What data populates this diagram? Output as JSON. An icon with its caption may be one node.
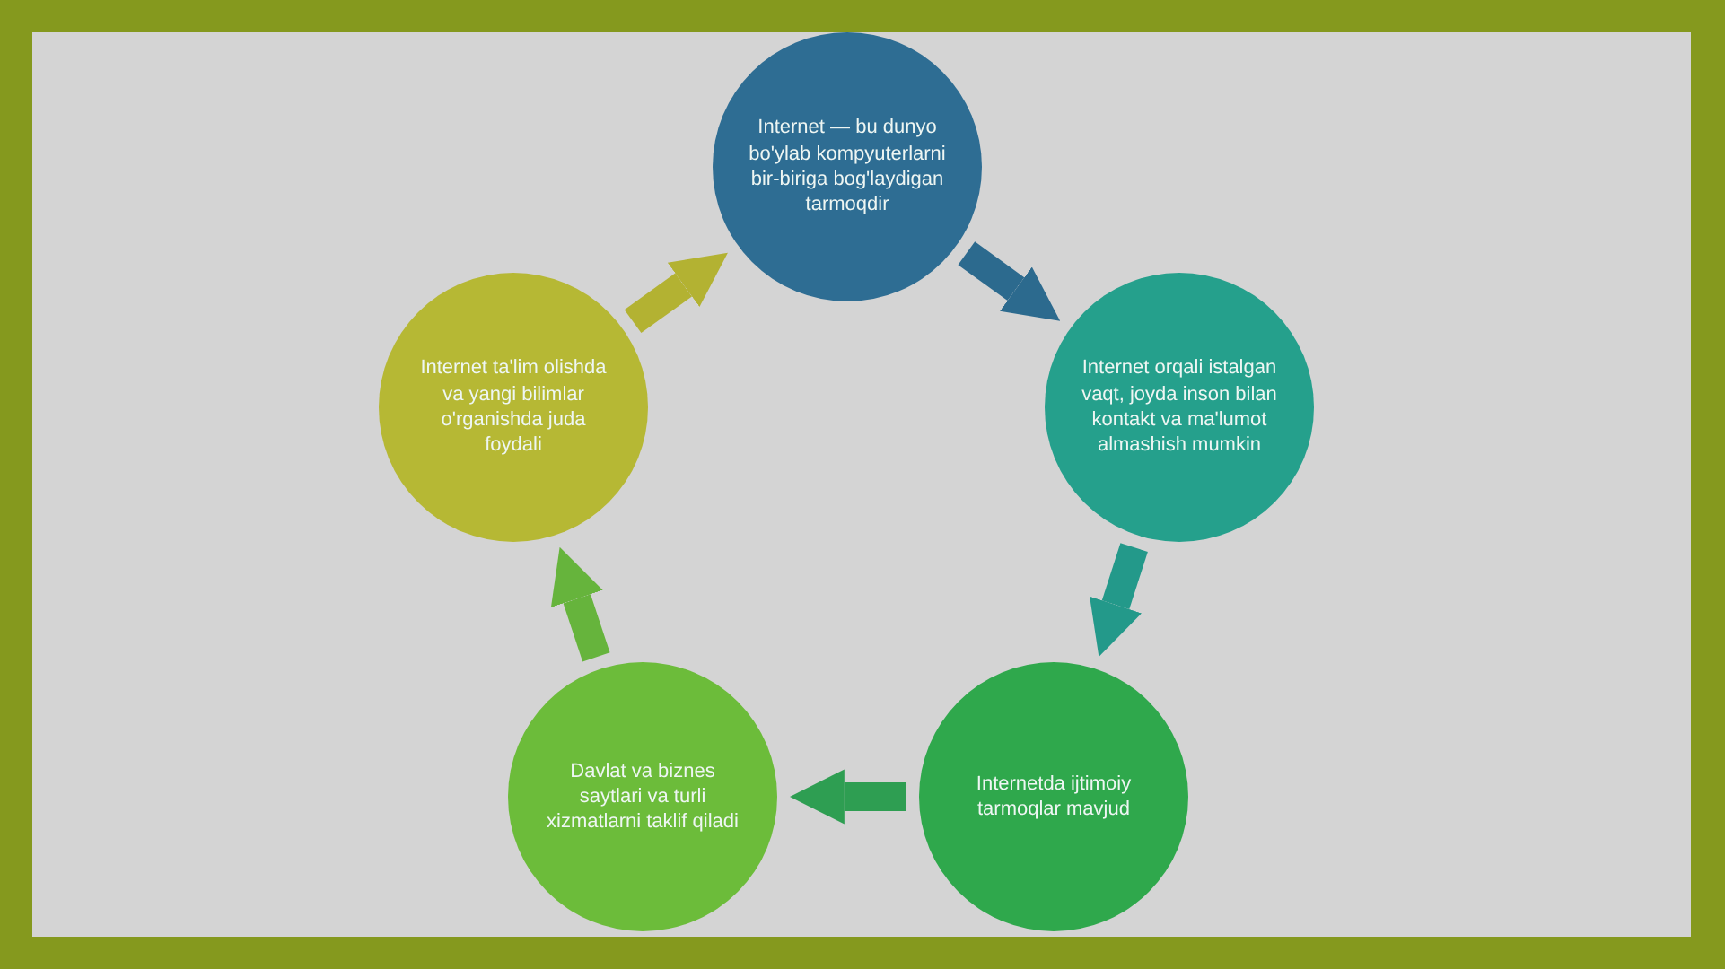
{
  "diagram": {
    "nodes": [
      {
        "text": [
          "Internet — bu dunyo bo'ylab kompyuterlarni bir-biriga bog'laydigan tarmoqdir"
        ]
      },
      {
        "text": [
          "Internet orqali istalgan vaqt, joyda inson bilan kontakt va ma'lumot almashish mumkin"
        ]
      },
      {
        "text": [
          "Internetda ijtimoiy tarmoqlar mavjud"
        ]
      },
      {
        "text": [
          "Davlat va biznes saytlari va turli xizmatlarni taklif qiladi"
        ]
      },
      {
        "text": [
          "Internet ta'lim olishda va yangi bilimlar o'rganishda juda foydali"
        ]
      }
    ],
    "edges": [
      {
        "from": 0,
        "to": 1,
        "arrow": "to",
        "color": "#2c6a8e"
      },
      {
        "from": 1,
        "to": 2,
        "arrow": "to",
        "color": "#23998a"
      },
      {
        "from": 2,
        "to": 3,
        "arrow": "to",
        "color": "#2e9e52"
      },
      {
        "from": 3,
        "to": 4,
        "arrow": "to",
        "color": "#66b43c"
      },
      {
        "from": 4,
        "to": 0,
        "arrow": "to",
        "color": "#b3b232"
      }
    ]
  }
}
